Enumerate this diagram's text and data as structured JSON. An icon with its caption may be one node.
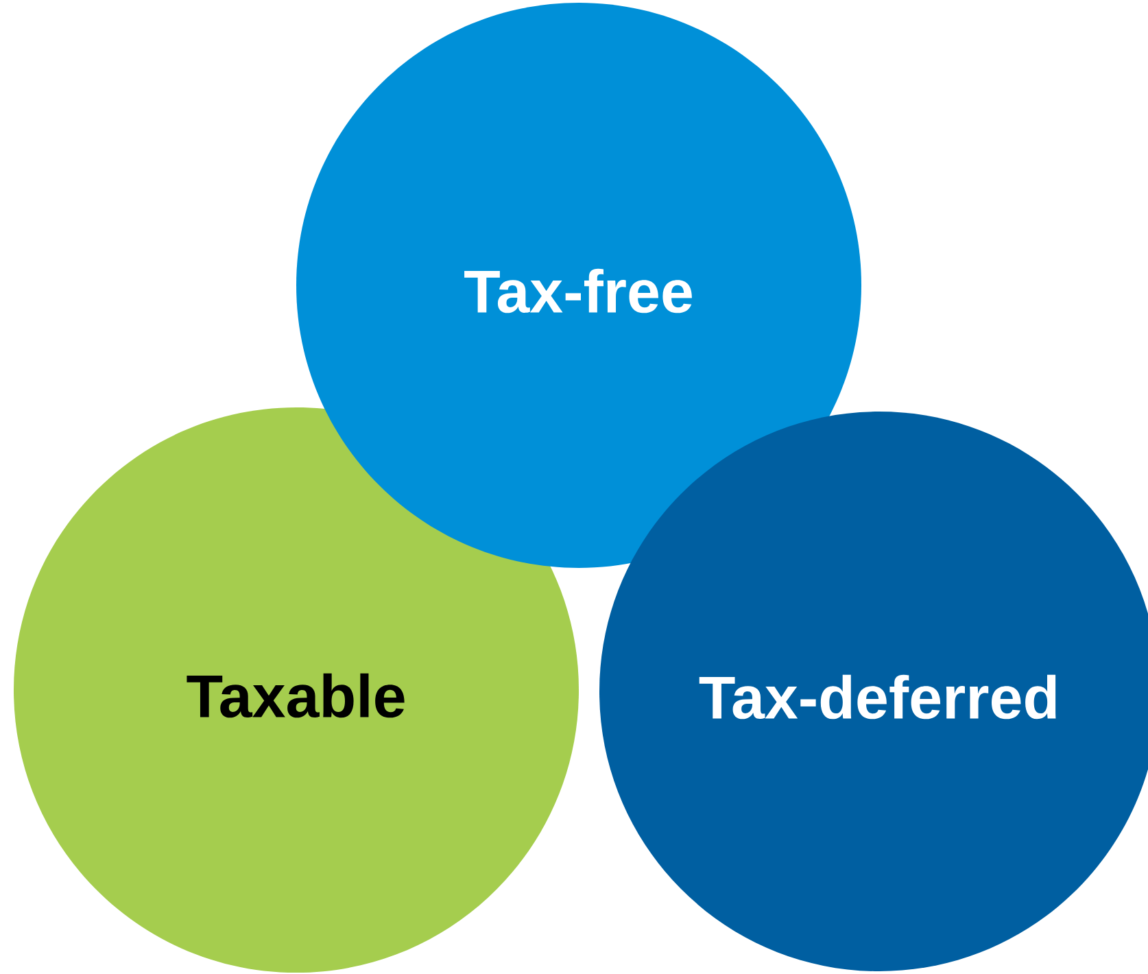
{
  "diagram": {
    "nodes": [
      {
        "text": [
          "Tax-free"
        ]
      },
      {
        "text": [
          "Taxable"
        ]
      },
      {
        "text": [
          "Tax-deferred"
        ]
      }
    ]
  }
}
